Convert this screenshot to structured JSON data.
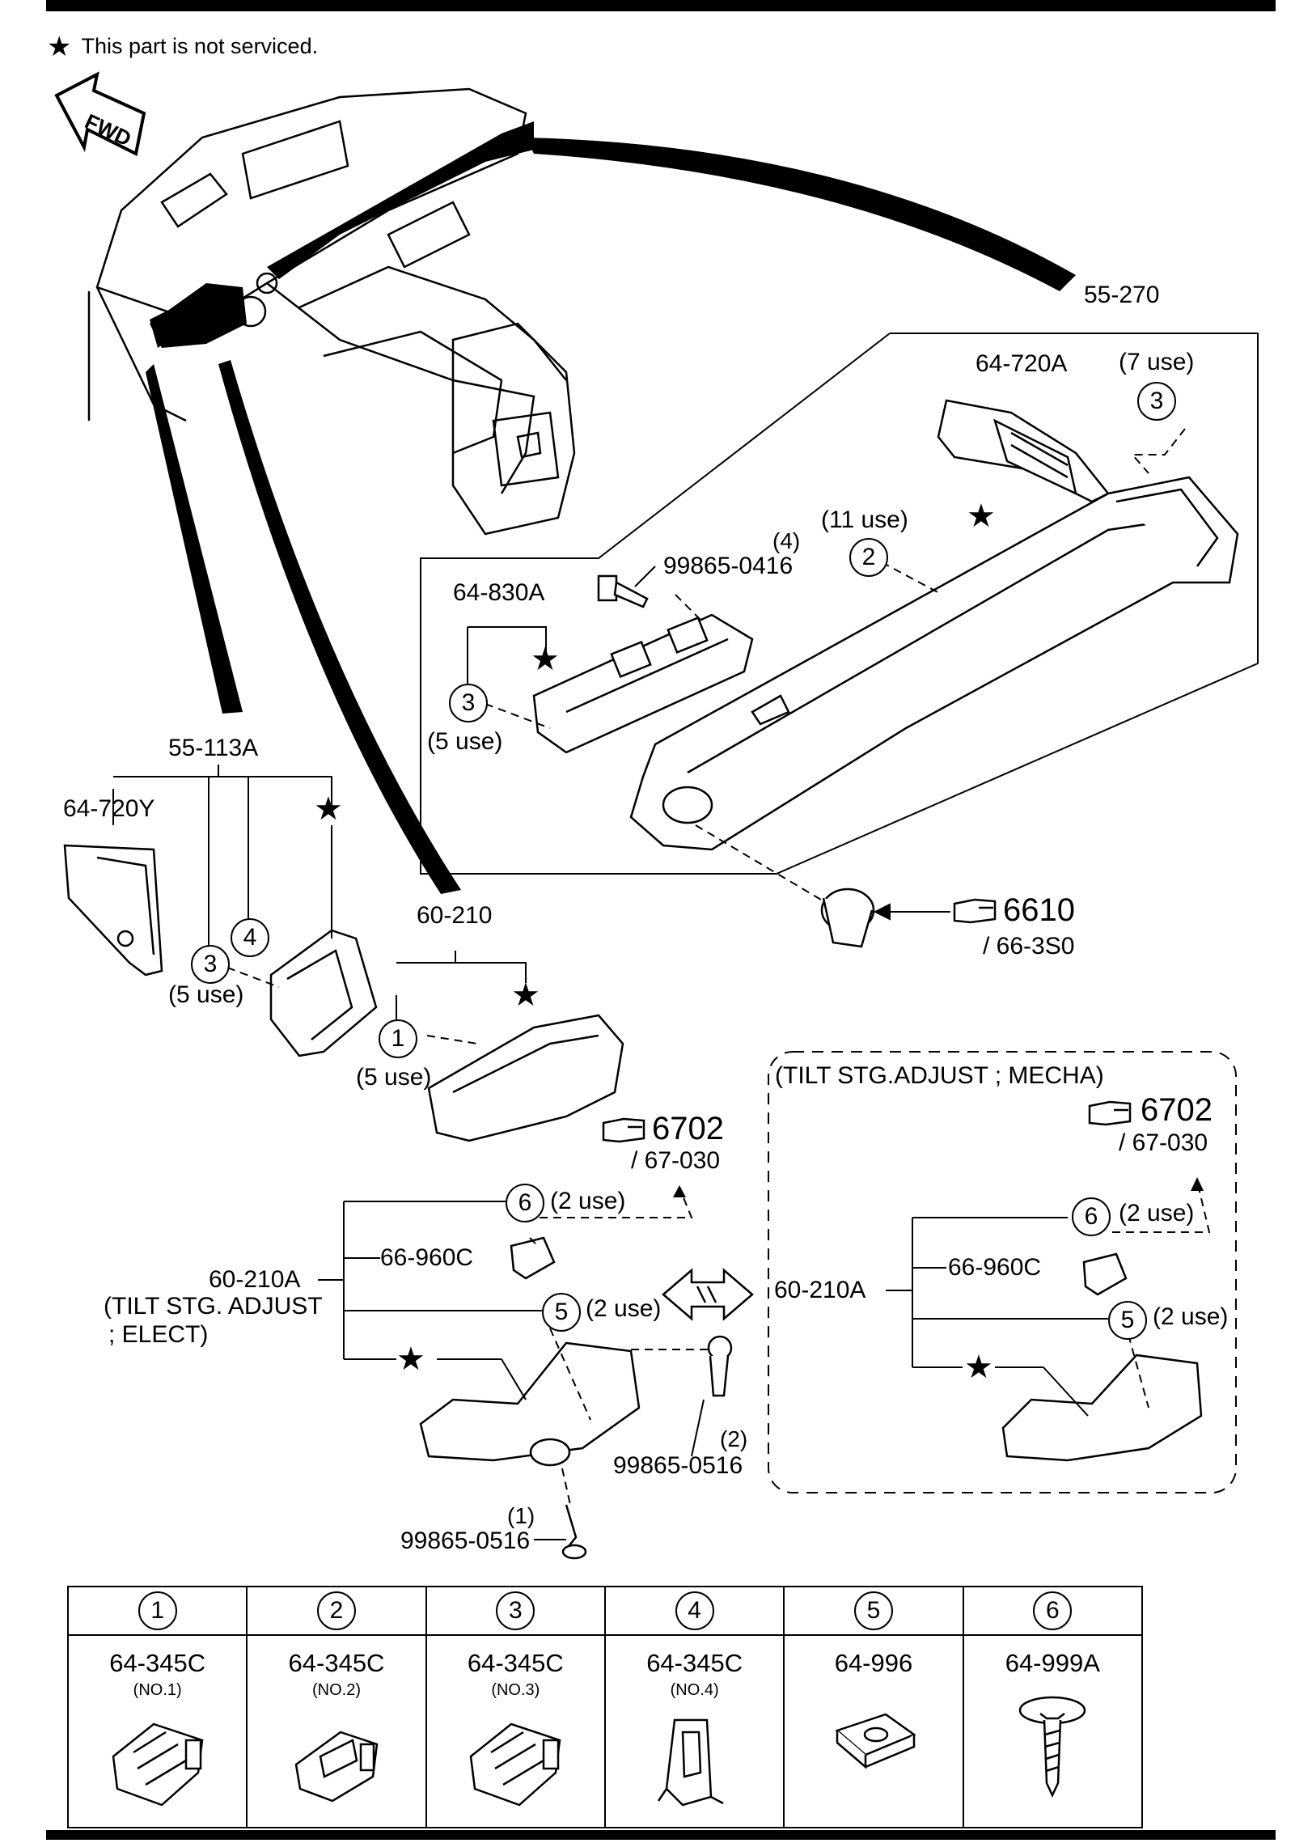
{
  "note": {
    "star": "★",
    "text": "This part is not serviced."
  },
  "fwd": "FWD",
  "labels": {
    "p55_270": "55-270",
    "p64_720A": "64-720A",
    "use7": "(7 use)",
    "use11": "(11 use)",
    "qty4": "(4)",
    "p99865_0416": "99865-0416",
    "p64_830A": "64-830A",
    "use5_a": "(5 use)",
    "p55_113A": "55-113A",
    "p64_720Y": "64-720Y",
    "use5_b": "(5 use)",
    "p60_210": "60-210",
    "use5_c": "(5 use)",
    "ref6610": "6610",
    "ref66_3S0": "/ 66-3S0",
    "ref6702_a": "6702",
    "ref67_030_a": "/ 67-030",
    "use2_a": "(2 use)",
    "p66_960C_a": "66-960C",
    "p60_210A_a": "60-210A",
    "tilt_elect_1": "(TILT STG. ADJUST",
    "tilt_elect_2": "; ELECT)",
    "use2_b": "(2 use)",
    "qty2": "(2)",
    "p99865_0516_a": "99865-0516",
    "qty1": "(1)",
    "p99865_0516_b": "99865-0516",
    "mecha_title": "(TILT STG.ADJUST ; MECHA)",
    "ref6702_b": "6702",
    "ref67_030_b": "/ 67-030",
    "use2_c": "(2 use)",
    "p66_960C_b": "66-960C",
    "p60_210A_b": "60-210A",
    "use2_d": "(2 use)"
  },
  "callouts": {
    "c3_top": "3",
    "c2_top": "2",
    "c3_mid": "3",
    "c3_left": "3",
    "c4_left": "4",
    "c1": "1",
    "c6_a": "6",
    "c5_a": "5",
    "c6_b": "6",
    "c5_b": "5"
  },
  "star": "★",
  "legend": [
    {
      "num": "1",
      "code": "64-345C",
      "sub": "(NO.1)"
    },
    {
      "num": "2",
      "code": "64-345C",
      "sub": "(NO.2)"
    },
    {
      "num": "3",
      "code": "64-345C",
      "sub": "(NO.3)"
    },
    {
      "num": "4",
      "code": "64-345C",
      "sub": "(NO.4)"
    },
    {
      "num": "5",
      "code": "64-996",
      "sub": ""
    },
    {
      "num": "6",
      "code": "64-999A",
      "sub": ""
    }
  ]
}
